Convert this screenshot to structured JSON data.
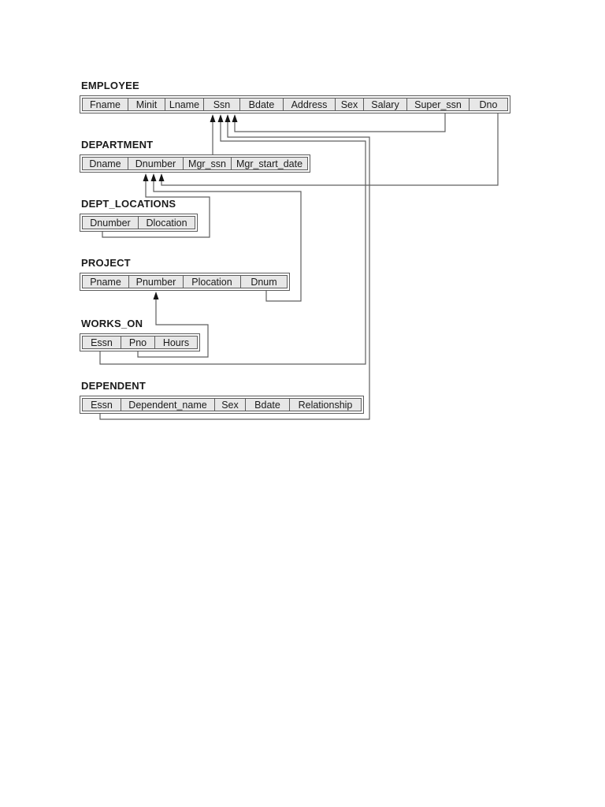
{
  "diagram": {
    "kind": "relational-database-schema",
    "colors": {
      "background": "#ffffff",
      "cell_fill": "#e7e7e7",
      "cell_border": "#5c5c5c",
      "connector": "#5f5f5f",
      "arrowhead": "#161616",
      "text": "#1b1b1b"
    },
    "tables": [
      {
        "name": "EMPLOYEE",
        "fields": [
          {
            "label": "Fname",
            "key": false
          },
          {
            "label": "Minit",
            "key": false
          },
          {
            "label": "Lname",
            "key": false
          },
          {
            "label": "Ssn",
            "key": true
          },
          {
            "label": "Bdate",
            "key": false
          },
          {
            "label": "Address",
            "key": false
          },
          {
            "label": "Sex",
            "key": false
          },
          {
            "label": "Salary",
            "key": false
          },
          {
            "label": "Super_ssn",
            "key": false
          },
          {
            "label": "Dno",
            "key": false
          }
        ]
      },
      {
        "name": "DEPARTMENT",
        "fields": [
          {
            "label": "Dname",
            "key": false
          },
          {
            "label": "Dnumber",
            "key": true
          },
          {
            "label": "Mgr_ssn",
            "key": false
          },
          {
            "label": "Mgr_start_date",
            "key": false
          }
        ]
      },
      {
        "name": "DEPT_LOCATIONS",
        "fields": [
          {
            "label": "Dnumber",
            "key": true
          },
          {
            "label": "Dlocation",
            "key": true
          }
        ]
      },
      {
        "name": "PROJECT",
        "fields": [
          {
            "label": "Pname",
            "key": false
          },
          {
            "label": "Pnumber",
            "key": true
          },
          {
            "label": "Plocation",
            "key": false
          },
          {
            "label": "Dnum",
            "key": false
          }
        ]
      },
      {
        "name": "WORKS_ON",
        "fields": [
          {
            "label": "Essn",
            "key": true
          },
          {
            "label": "Pno",
            "key": true
          },
          {
            "label": "Hours",
            "key": false
          }
        ]
      },
      {
        "name": "DEPENDENT",
        "fields": [
          {
            "label": "Essn",
            "key": true
          },
          {
            "label": "Dependent_name",
            "key": true
          },
          {
            "label": "Sex",
            "key": false
          },
          {
            "label": "Bdate",
            "key": false
          },
          {
            "label": "Relationship",
            "key": false
          }
        ]
      }
    ],
    "relationships": [
      {
        "from": "DEPARTMENT.Mgr_ssn",
        "to": "EMPLOYEE.Ssn"
      },
      {
        "from": "WORKS_ON.Essn",
        "to": "EMPLOYEE.Ssn"
      },
      {
        "from": "DEPENDENT.Essn",
        "to": "EMPLOYEE.Ssn"
      },
      {
        "from": "EMPLOYEE.Super_ssn",
        "to": "EMPLOYEE.Ssn"
      },
      {
        "from": "DEPT_LOCATIONS.Dnumber",
        "to": "DEPARTMENT.Dnumber"
      },
      {
        "from": "PROJECT.Dnum",
        "to": "DEPARTMENT.Dnumber"
      },
      {
        "from": "EMPLOYEE.Dno",
        "to": "DEPARTMENT.Dnumber"
      },
      {
        "from": "WORKS_ON.Pno",
        "to": "PROJECT.Pnumber"
      }
    ]
  }
}
